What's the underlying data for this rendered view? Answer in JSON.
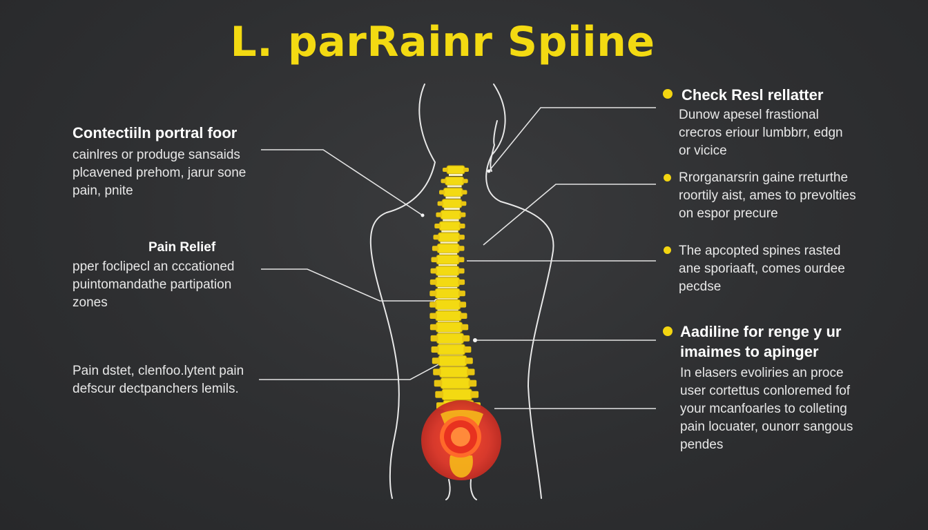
{
  "title": "L. parRainr Spiine",
  "colors": {
    "accent": "#f3da12",
    "pain": "#e03a2c",
    "outline": "#e9e9e9",
    "background": "#2f3032"
  },
  "left": {
    "block1": {
      "heading": "Contectiiln portral foor",
      "lines": [
        "cainlres or produge sansaids",
        "plcavened prehom, jarur sone",
        "pain, pnite"
      ]
    },
    "block2": {
      "heading": "Pain Relief",
      "lines": [
        "pper foclipecl an cccationed",
        "puintomandathe partipation",
        "zones"
      ]
    },
    "block3": {
      "lines": [
        "Pain dstet, clenfoo.lytent pain",
        "defscur dectpanchers lemils."
      ]
    }
  },
  "right": {
    "block1": {
      "heading": "Check Resl rellatter",
      "lines": [
        "Dunow apesel frastional",
        "crecros eriour lumbbrr, edgn",
        "or vicice"
      ]
    },
    "block2": {
      "lines": [
        "Rrorganarsrin gaine rreturthe",
        "roortily aist, ames to prevolties",
        "on espor precure"
      ]
    },
    "block3": {
      "lines": [
        "The apcopted spines rasted",
        "ane sporiaaft, comes ourdee",
        "pecdse"
      ]
    },
    "block4": {
      "heading_lines": [
        "Aadiline for renge y ur",
        "imaimes to apinger"
      ],
      "lines": [
        "In elasers evoliries an proce",
        "user cortettus conloremed fof",
        "your mcanfoarles to colleting",
        "pain locuater, ounorr sangous",
        "pendes"
      ]
    }
  }
}
